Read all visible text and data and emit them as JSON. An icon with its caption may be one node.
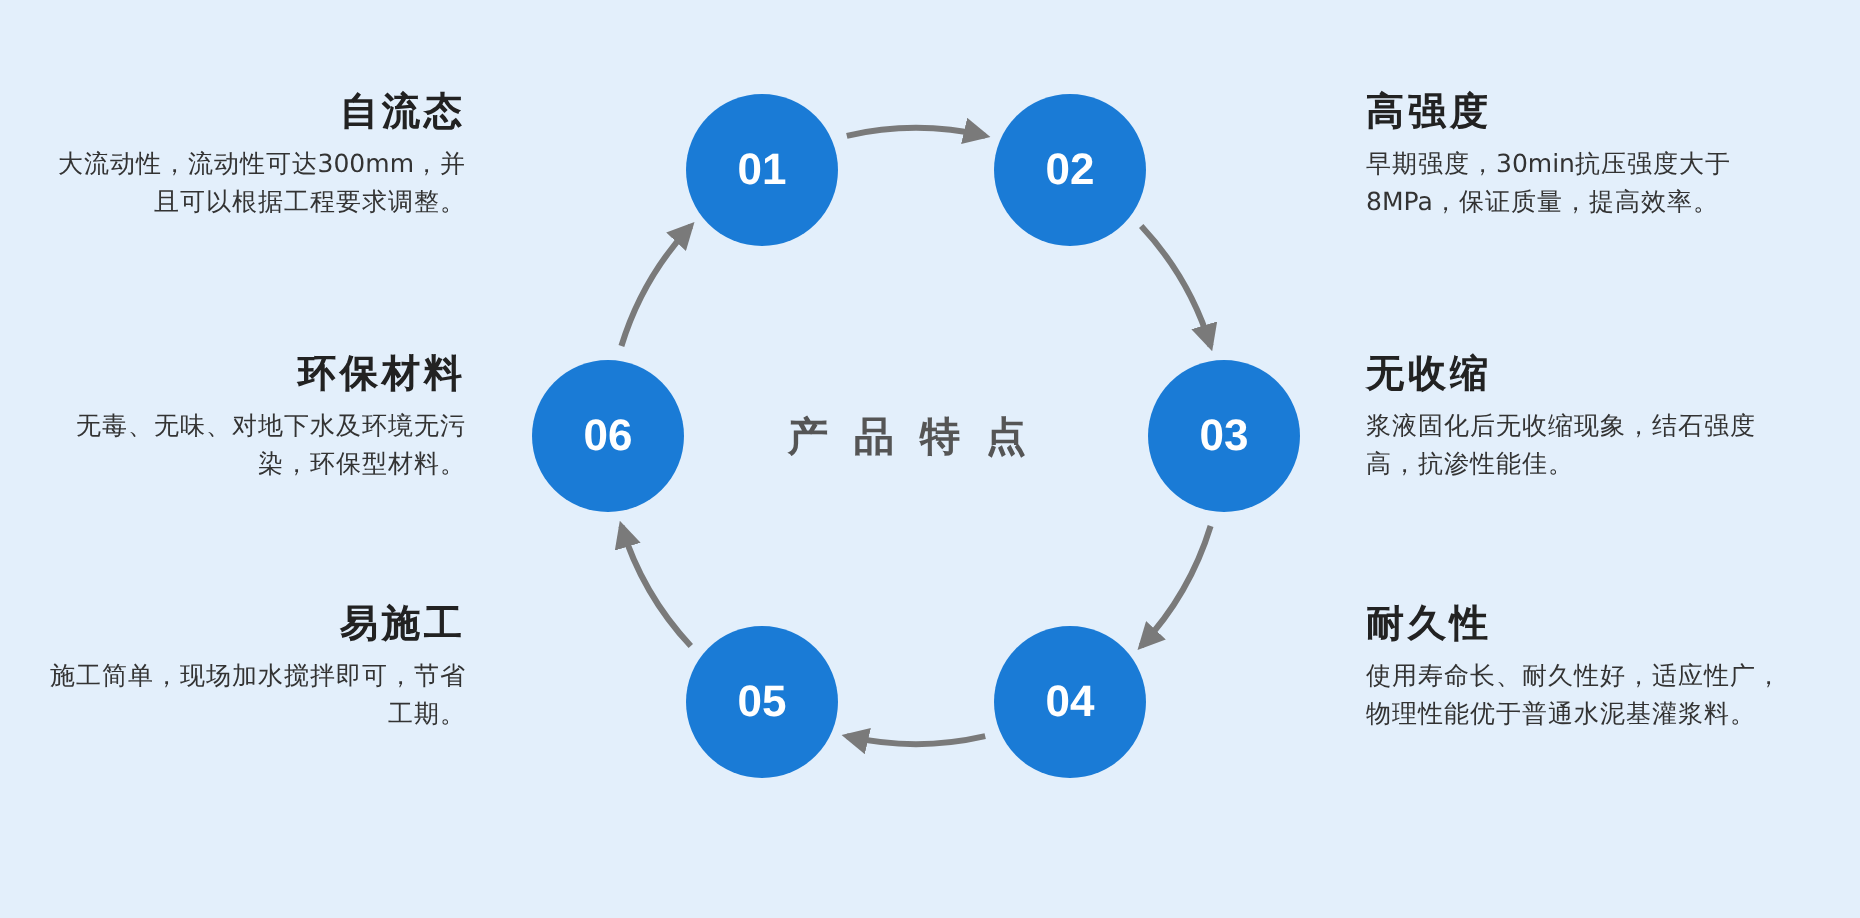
{
  "diagram": {
    "title": "产品特点",
    "nodes": [
      {
        "text": [
          "01"
        ],
        "beside": [
          "自流态",
          "大流动性，流动性可达300mm，并且可以根据工程要求调整。"
        ]
      },
      {
        "text": [
          "02"
        ],
        "beside": [
          "高强度",
          "早期强度，30min抗压强度大于8MPa，保证质量，提高效率。"
        ]
      },
      {
        "text": [
          "03"
        ],
        "beside": [
          "无收缩",
          "浆液固化后无收缩现象，结石强度高，抗渗性能佳。"
        ]
      },
      {
        "text": [
          "04"
        ],
        "beside": [
          "耐久性",
          "使用寿命长、耐久性好，适应性广，物理性能优于普通水泥基灌浆料。"
        ]
      },
      {
        "text": [
          "05"
        ],
        "beside": [
          "易施工",
          "施工简单，现场加水搅拌即可，节省工期。"
        ]
      },
      {
        "text": [
          "06"
        ],
        "beside": [
          "环保材料",
          "无毒、无味、对地下水及环境无污染，环保型材料。"
        ]
      }
    ],
    "edges": [
      {
        "from": 0,
        "to": 1,
        "arrow": "to"
      },
      {
        "from": 1,
        "to": 2,
        "arrow": "to"
      },
      {
        "from": 2,
        "to": 3,
        "arrow": "to"
      },
      {
        "from": 3,
        "to": 4,
        "arrow": "to"
      },
      {
        "from": 4,
        "to": 5,
        "arrow": "to"
      },
      {
        "from": 5,
        "to": 0,
        "arrow": "to"
      }
    ]
  }
}
